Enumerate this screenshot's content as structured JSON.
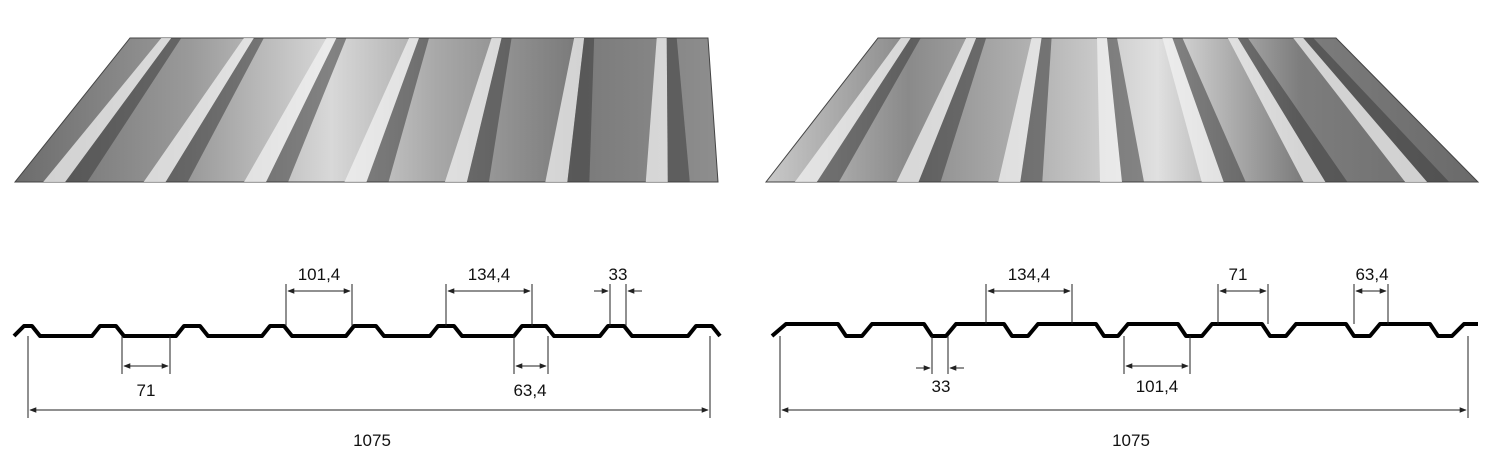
{
  "panels": [
    {
      "id": "left",
      "dims": {
        "total": "1075",
        "rib_top_left": "101,4",
        "rib_top_mid": "134,4",
        "rib_top_right": "33",
        "valley_bottom_left": "71",
        "valley_bottom_right": "63,4"
      }
    },
    {
      "id": "right",
      "dims": {
        "total": "1075",
        "top_left": "134,4",
        "top_mid": "71",
        "top_right": "63,4",
        "bottom_left": "33",
        "bottom_mid": "101,4"
      }
    }
  ],
  "colors": {
    "metal_dark": "#5a5a5a",
    "metal_light": "#e6e6e6",
    "profile_line": "#000000",
    "dim_line": "#222222"
  }
}
